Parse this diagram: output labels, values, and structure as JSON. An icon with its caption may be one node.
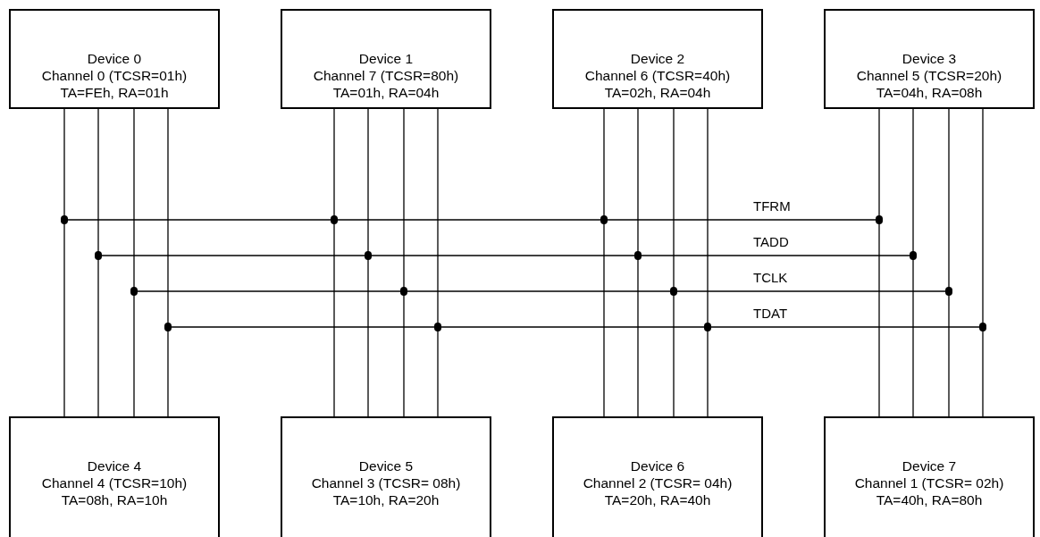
{
  "diagram": {
    "nodes": [
      {
        "text": [
          "Device 0",
          "Channel 0 (TCSR=01h)",
          "TA=FEh, RA=01h"
        ]
      },
      {
        "text": [
          "Device 1",
          "Channel 7 (TCSR=80h)",
          "TA=01h, RA=04h"
        ]
      },
      {
        "text": [
          "Device 2",
          "Channel 6 (TCSR=40h)",
          "TA=02h, RA=04h"
        ]
      },
      {
        "text": [
          "Device 3",
          "Channel 5 (TCSR=20h)",
          "TA=04h, RA=08h"
        ]
      },
      {
        "text": [
          "Device 4",
          "Channel 4 (TCSR=10h)",
          "TA=08h, RA=10h"
        ]
      },
      {
        "text": [
          "Device 5",
          "Channel 3 (TCSR= 08h)",
          "TA=10h, RA=20h"
        ]
      },
      {
        "text": [
          "Device 6",
          "Channel 2 (TCSR= 04h)",
          "TA=20h, RA=40h"
        ]
      },
      {
        "text": [
          "Device 7",
          "Channel 1 (TCSR= 02h)",
          "TA=40h, RA=80h"
        ]
      },
      {
        "text": [],
        "shape": "bar",
        "beside": [
          "TFRM"
        ]
      },
      {
        "text": [],
        "shape": "bar",
        "beside": [
          "TADD"
        ]
      },
      {
        "text": [],
        "shape": "bar",
        "beside": [
          "TCLK"
        ]
      },
      {
        "text": [],
        "shape": "bar",
        "beside": [
          "TDAT"
        ]
      }
    ],
    "edges": [
      {
        "from": 0,
        "to": 8,
        "arrow": "other"
      },
      {
        "from": 8,
        "to": 4,
        "arrow": "other"
      },
      {
        "from": 0,
        "to": 9,
        "arrow": "other"
      },
      {
        "from": 9,
        "to": 4,
        "arrow": "other"
      },
      {
        "from": 0,
        "to": 10,
        "arrow": "other"
      },
      {
        "from": 10,
        "to": 4,
        "arrow": "other"
      },
      {
        "from": 0,
        "to": 11,
        "arrow": "other"
      },
      {
        "from": 11,
        "to": 4,
        "arrow": "other"
      },
      {
        "from": 1,
        "to": 8,
        "arrow": "other"
      },
      {
        "from": 8,
        "to": 5,
        "arrow": "other"
      },
      {
        "from": 1,
        "to": 9,
        "arrow": "other"
      },
      {
        "from": 9,
        "to": 5,
        "arrow": "other"
      },
      {
        "from": 1,
        "to": 10,
        "arrow": "other"
      },
      {
        "from": 10,
        "to": 5,
        "arrow": "other"
      },
      {
        "from": 1,
        "to": 11,
        "arrow": "other"
      },
      {
        "from": 11,
        "to": 5,
        "arrow": "other"
      },
      {
        "from": 2,
        "to": 8,
        "arrow": "other"
      },
      {
        "from": 8,
        "to": 6,
        "arrow": "other"
      },
      {
        "from": 2,
        "to": 9,
        "arrow": "other"
      },
      {
        "from": 9,
        "to": 6,
        "arrow": "other"
      },
      {
        "from": 2,
        "to": 10,
        "arrow": "other"
      },
      {
        "from": 10,
        "to": 6,
        "arrow": "other"
      },
      {
        "from": 2,
        "to": 11,
        "arrow": "other"
      },
      {
        "from": 11,
        "to": 6,
        "arrow": "other"
      },
      {
        "from": 3,
        "to": 8,
        "arrow": "other"
      },
      {
        "from": 8,
        "to": 7,
        "arrow": "other"
      },
      {
        "from": 3,
        "to": 9,
        "arrow": "other"
      },
      {
        "from": 9,
        "to": 7,
        "arrow": "other"
      },
      {
        "from": 3,
        "to": 10,
        "arrow": "other"
      },
      {
        "from": 10,
        "to": 7,
        "arrow": "other"
      },
      {
        "from": 3,
        "to": 11,
        "arrow": "other"
      },
      {
        "from": 11,
        "to": 7,
        "arrow": "other"
      }
    ]
  }
}
